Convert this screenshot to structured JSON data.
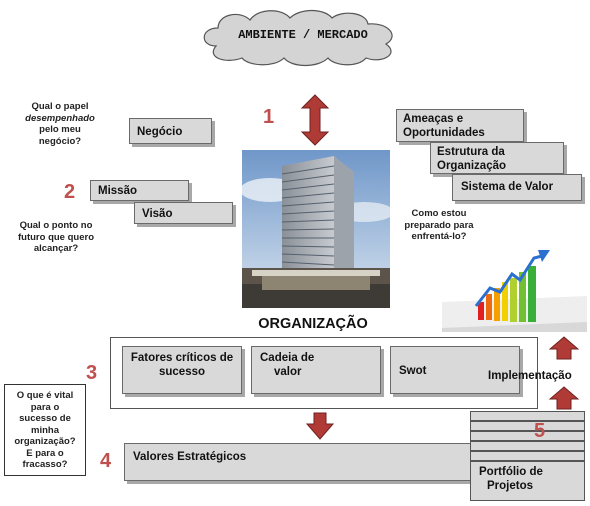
{
  "cloud": {
    "label": "AMBIENTE / MERCADO"
  },
  "numbers": {
    "n1": "1",
    "n2": "2",
    "n3": "3",
    "n4": "4",
    "n5": "5"
  },
  "questions": {
    "q_papel": [
      "Qual o papel",
      "desempenhado",
      "pelo meu",
      "negócio?"
    ],
    "q_futuro": [
      "Qual o ponto no",
      "futuro que quero",
      "alcançar?"
    ],
    "q_preparado": [
      "Como estou",
      "preparado para",
      "enfrentá-lo?"
    ],
    "q_vital": [
      "O que é vital",
      "para o",
      "sucesso de",
      "minha",
      "organização?",
      "E para o",
      "fracasso?"
    ]
  },
  "boxes": {
    "negocio": "Negócio",
    "missao": "Missão",
    "visao": "Visão",
    "ameacas": [
      "Ameaças e",
      "Oportunidades"
    ],
    "estrutura": [
      "Estrutura da",
      "Organização"
    ],
    "sistema_valor": "Sistema de Valor",
    "fatores": [
      "Fatores críticos de",
      "sucesso"
    ],
    "cadeia": [
      "Cadeia de",
      "valor"
    ],
    "swot": "Swot",
    "valores_estrategicos": "Valores Estratégicos",
    "portfolio": [
      "Portfólio de",
      "Projetos"
    ]
  },
  "labels": {
    "organizacao": "ORGANIZAÇÃO",
    "implementacao": "Implementação"
  },
  "colors": {
    "accent_red": "#c0504d",
    "arrow_red": "#b03a36",
    "box_gray": "#d9d9d9"
  }
}
